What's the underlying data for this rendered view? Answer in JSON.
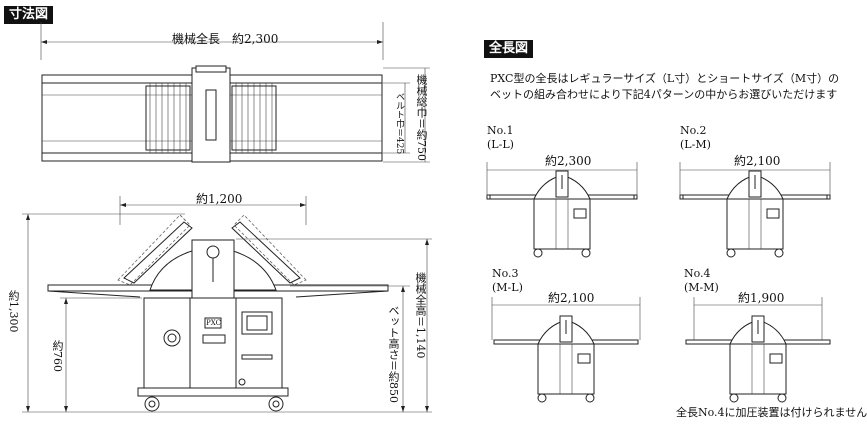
{
  "sections": {
    "dimension_title": "寸法図",
    "length_title": "全長図"
  },
  "top_view": {
    "overall_length": "機械全長　約2,300",
    "belt_width": "ベルト巾＝425",
    "total_width": "機械総巾＝約750"
  },
  "front_view": {
    "width_1200": "約1,200",
    "height_1300": "約1,300",
    "height_760": "約760",
    "bed_height": "ベット高さ＝約850",
    "machine_height": "機械全高＝1,140",
    "panel_label": "PXC"
  },
  "description": {
    "line1": "PXC型の全長はレギュラーサイズ（L寸）とショートサイズ（M寸）の",
    "line2": "ベットの組み合わせにより下記4パターンの中からお選びいただけます"
  },
  "patterns": [
    {
      "no": "No.1",
      "code": "(L-L)",
      "length": "約2,300"
    },
    {
      "no": "No.2",
      "code": "(L-M)",
      "length": "約2,100"
    },
    {
      "no": "No.3",
      "code": "(M-L)",
      "length": "約2,100"
    },
    {
      "no": "No.4",
      "code": "(M-M)",
      "length": "約1,900"
    }
  ],
  "note": "全長No.4に加圧装置は付けられません"
}
